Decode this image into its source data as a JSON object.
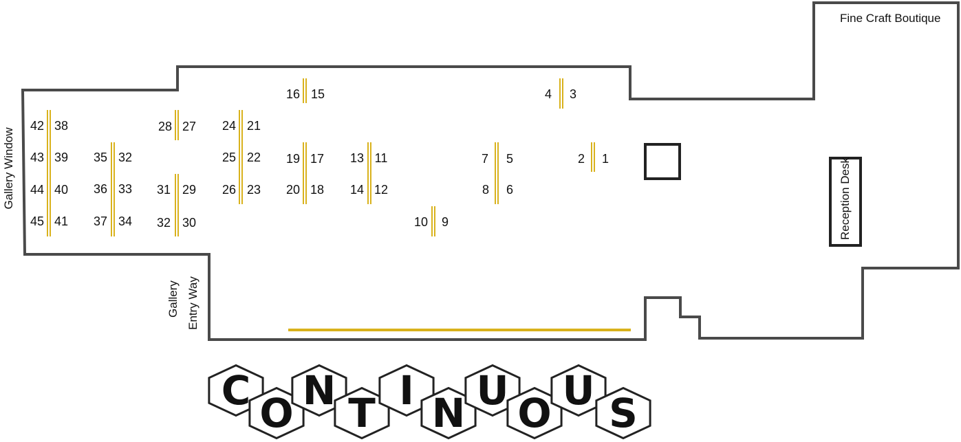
{
  "colors": {
    "wall": "#4a4a4a",
    "divider": "#d9b21c",
    "text": "#111111",
    "hex_stroke": "#222222"
  },
  "labels": {
    "fine_craft_boutique": "Fine Craft Boutique",
    "gallery_window": "Gallery Window",
    "gallery_entry_line1": "Gallery",
    "gallery_entry_line2": "Entry Way",
    "reception_desk": "Reception Desk"
  },
  "booths": [
    "1",
    "2",
    "3",
    "4",
    "5",
    "6",
    "7",
    "8",
    "9",
    "10",
    "11",
    "12",
    "13",
    "14",
    "15",
    "16",
    "17",
    "18",
    "19",
    "20",
    "21",
    "22",
    "23",
    "24",
    "25",
    "26",
    "27",
    "28",
    "29",
    "30",
    "31",
    "32",
    "32",
    "33",
    "34",
    "35",
    "36",
    "37",
    "38",
    "39",
    "40",
    "41",
    "42",
    "43",
    "44",
    "45"
  ],
  "logo": {
    "text": "CONTINUOUS",
    "letters": [
      "C",
      "O",
      "N",
      "T",
      "I",
      "N",
      "U",
      "O",
      "U",
      "S"
    ]
  }
}
